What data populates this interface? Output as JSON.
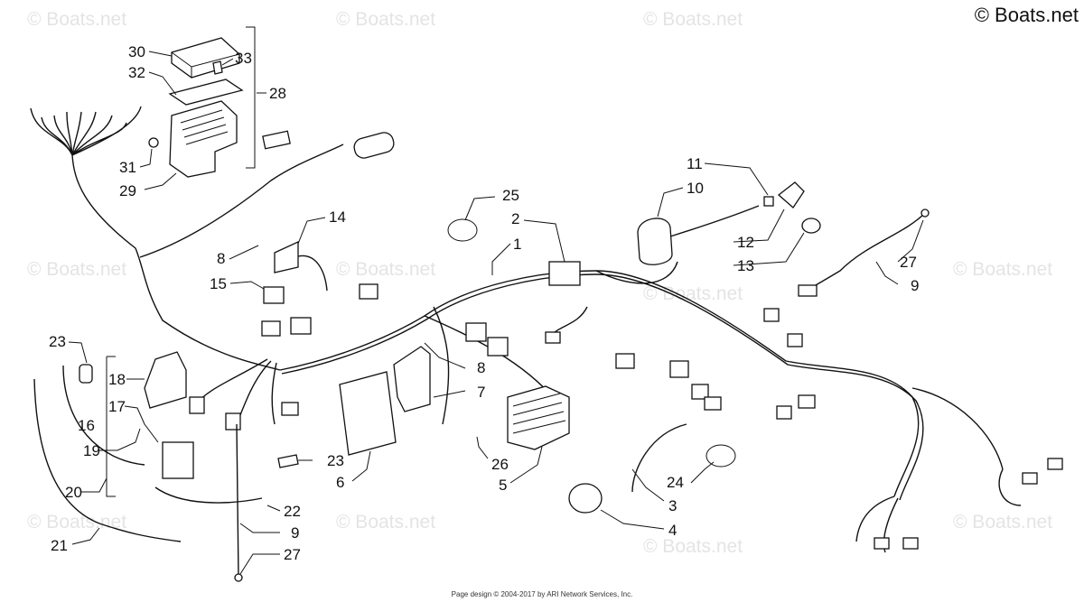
{
  "copyright": "© Boats.net",
  "watermark": "© Boats.net",
  "footer": "Page design © 2004-2017 by ARI Network Services, Inc.",
  "callouts": [
    "1",
    "2",
    "3",
    "4",
    "5",
    "6",
    "7",
    "8",
    "8",
    "9",
    "9",
    "10",
    "11",
    "12",
    "13",
    "14",
    "15",
    "16",
    "17",
    "18",
    "19",
    "20",
    "21",
    "22",
    "23",
    "23",
    "24",
    "25",
    "26",
    "27",
    "27",
    "28",
    "29",
    "30",
    "31",
    "32",
    "33"
  ]
}
